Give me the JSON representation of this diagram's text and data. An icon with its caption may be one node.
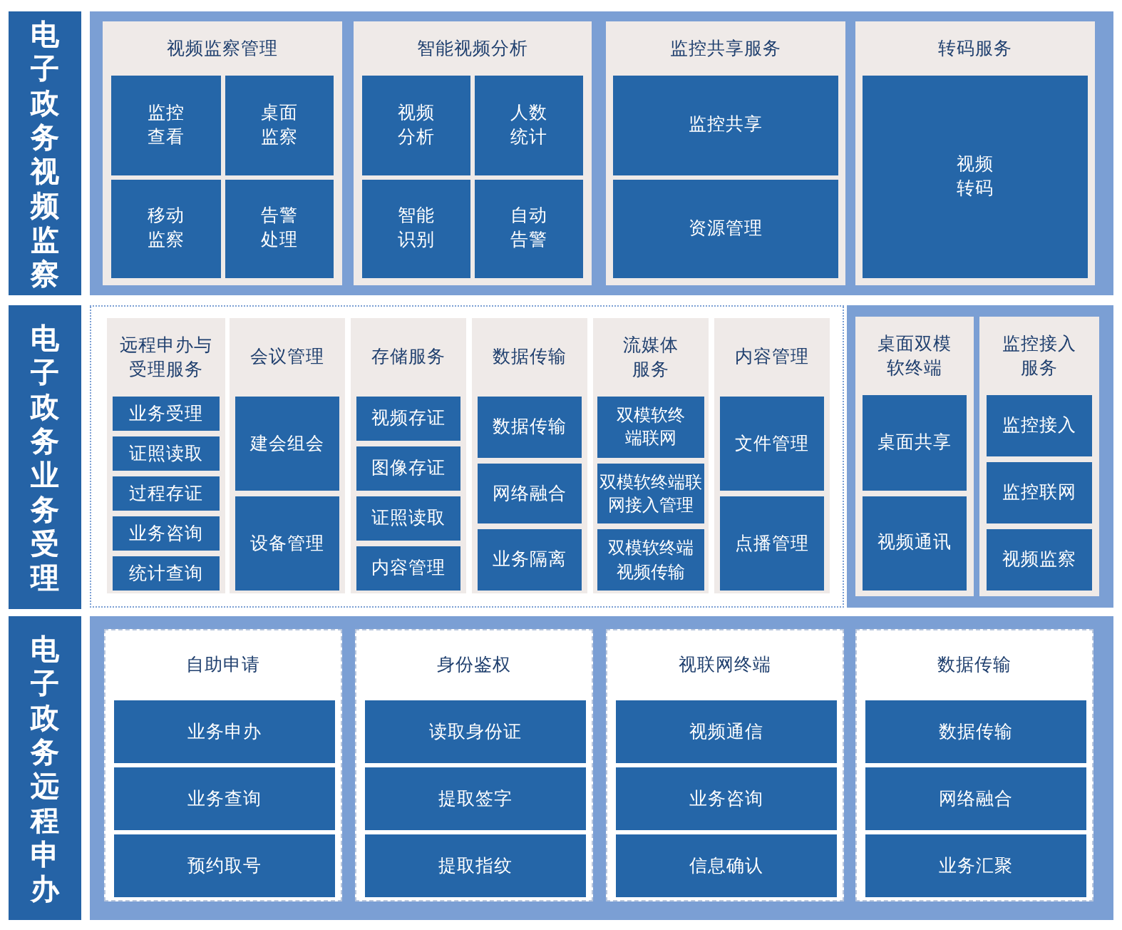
{
  "diagram": {
    "nodes": [
      {
        "text": [
          "电子政务视频监察"
        ]
      },
      {
        "text": [],
        "shape": "box"
      },
      {
        "text": [
          "视频监察管理"
        ],
        "in": 1
      },
      {
        "text": [
          "监控查看"
        ],
        "in": 2
      },
      {
        "text": [
          "桌面监察"
        ],
        "in": 2
      },
      {
        "text": [
          "移动监察"
        ],
        "in": 2
      },
      {
        "text": [
          "告警处理"
        ],
        "in": 2
      },
      {
        "text": [
          "智能视频分析"
        ],
        "in": 1
      },
      {
        "text": [
          "视频分析"
        ],
        "in": 7
      },
      {
        "text": [
          "人数统计"
        ],
        "in": 7
      },
      {
        "text": [
          "智能识别"
        ],
        "in": 7
      },
      {
        "text": [
          "自动告警"
        ],
        "in": 7
      },
      {
        "text": [
          "监控共享服务"
        ],
        "in": 1
      },
      {
        "text": [
          "监控共享"
        ],
        "in": 12
      },
      {
        "text": [
          "资源管理"
        ],
        "in": 12
      },
      {
        "text": [
          "转码服务"
        ],
        "in": 1
      },
      {
        "text": [
          "视频转码"
        ],
        "in": 15
      },
      {
        "text": [
          "电子政务业务受理"
        ]
      },
      {
        "text": [],
        "shape": "box"
      },
      {
        "text": [
          "远程申办与受理服务"
        ],
        "in": 18
      },
      {
        "text": [
          "业务受理"
        ],
        "in": 19
      },
      {
        "text": [
          "证照读取"
        ],
        "in": 19
      },
      {
        "text": [
          "过程存证"
        ],
        "in": 19
      },
      {
        "text": [
          "业务咨询"
        ],
        "in": 19
      },
      {
        "text": [
          "统计查询"
        ],
        "in": 19
      },
      {
        "text": [
          "会议管理"
        ],
        "in": 18
      },
      {
        "text": [
          "建会组会"
        ],
        "in": 25
      },
      {
        "text": [
          "设备管理"
        ],
        "in": 25
      },
      {
        "text": [
          "存储服务"
        ],
        "in": 18
      },
      {
        "text": [
          "视频存证"
        ],
        "in": 28
      },
      {
        "text": [
          "图像存证"
        ],
        "in": 28
      },
      {
        "text": [
          "证照读取"
        ],
        "in": 28
      },
      {
        "text": [
          "内容管理"
        ],
        "in": 28
      },
      {
        "text": [
          "数据传输"
        ],
        "in": 18
      },
      {
        "text": [
          "数据传输"
        ],
        "in": 33
      },
      {
        "text": [
          "网络融合"
        ],
        "in": 33
      },
      {
        "text": [
          "业务隔离"
        ],
        "in": 33
      },
      {
        "text": [
          "流媒体服务"
        ],
        "in": 18
      },
      {
        "text": [
          "双模软终端联网"
        ],
        "in": 37
      },
      {
        "text": [
          "双模软终端联网接入管理"
        ],
        "in": 37
      },
      {
        "text": [
          "双模软终端视频传输"
        ],
        "in": 37
      },
      {
        "text": [
          "内容管理"
        ],
        "in": 18
      },
      {
        "text": [
          "文件管理"
        ],
        "in": 41
      },
      {
        "text": [
          "点播管理"
        ],
        "in": 41
      },
      {
        "text": [],
        "shape": "box"
      },
      {
        "text": [
          "桌面双模软终端"
        ],
        "in": 44
      },
      {
        "text": [
          "桌面共享"
        ],
        "in": 45
      },
      {
        "text": [
          "视频通讯"
        ],
        "in": 45
      },
      {
        "text": [
          "监控接入服务"
        ],
        "in": 44
      },
      {
        "text": [
          "监控接入"
        ],
        "in": 48
      },
      {
        "text": [
          "监控联网"
        ],
        "in": 48
      },
      {
        "text": [
          "视频监察"
        ],
        "in": 48
      },
      {
        "text": [
          "电子政务远程申办"
        ]
      },
      {
        "text": [],
        "shape": "box"
      },
      {
        "text": [
          "自助申请"
        ],
        "in": 53
      },
      {
        "text": [
          "业务申办"
        ],
        "in": 54
      },
      {
        "text": [
          "业务查询"
        ],
        "in": 54
      },
      {
        "text": [
          "预约取号"
        ],
        "in": 54
      },
      {
        "text": [
          "身份鉴权"
        ],
        "in": 53
      },
      {
        "text": [
          "读取身份证"
        ],
        "in": 58
      },
      {
        "text": [
          "提取签字"
        ],
        "in": 58
      },
      {
        "text": [
          "提取指纹"
        ],
        "in": 58
      },
      {
        "text": [
          "视联网终端"
        ],
        "in": 53
      },
      {
        "text": [
          "视频通信"
        ],
        "in": 62
      },
      {
        "text": [
          "业务咨询"
        ],
        "in": 62
      },
      {
        "text": [
          "信息确认"
        ],
        "in": 62
      },
      {
        "text": [
          "数据传输"
        ],
        "in": 53
      },
      {
        "text": [
          "数据传输"
        ],
        "in": 66
      },
      {
        "text": [
          "网络融合"
        ],
        "in": 66
      },
      {
        "text": [
          "业务汇聚"
        ],
        "in": 66
      }
    ]
  }
}
